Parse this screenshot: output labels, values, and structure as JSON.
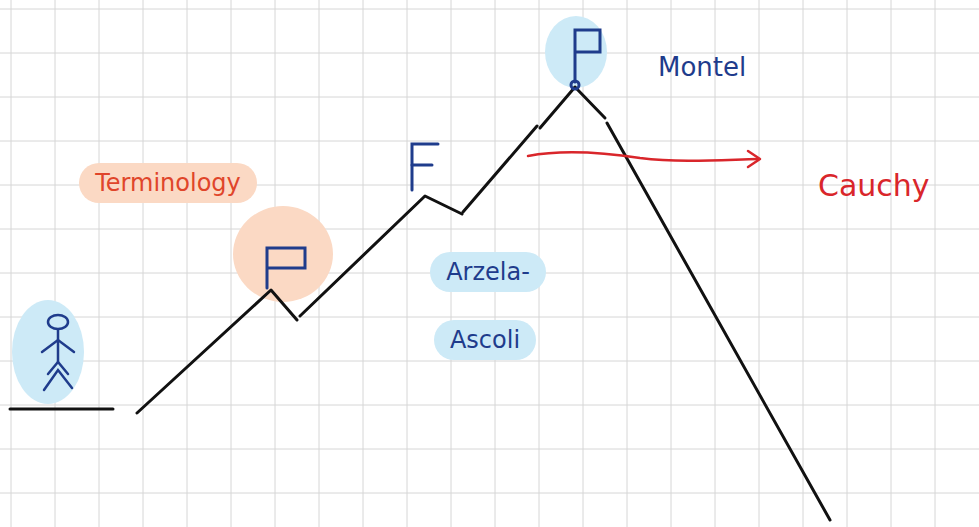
{
  "diagram": {
    "nodes": [
      {
        "text": [
          "Terminology"
        ]
      },
      {
        "text": [
          "Arzela-"
        ]
      },
      {
        "text": [
          "Ascoli"
        ]
      }
    ],
    "labels": [
      "Montel",
      "Cauchy"
    ]
  }
}
